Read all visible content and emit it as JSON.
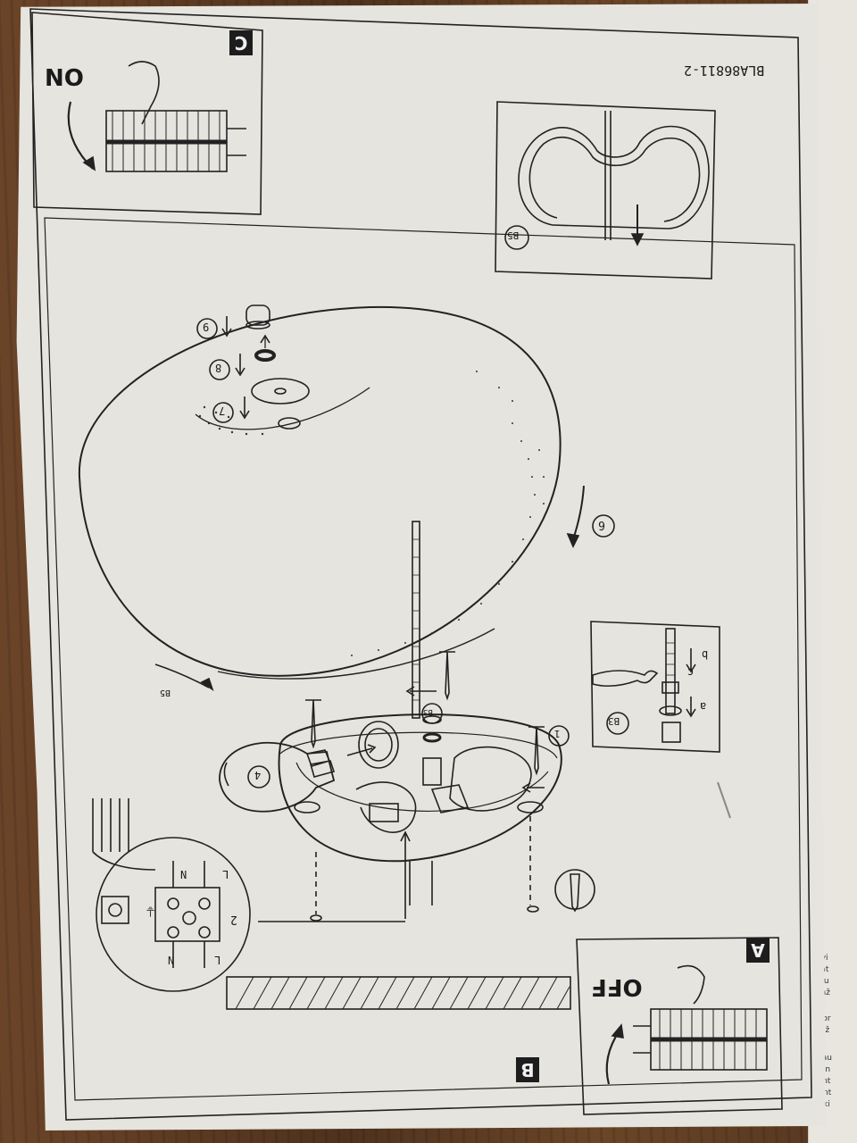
{
  "document": {
    "code": "BLA86811-2",
    "panels": {
      "on_panel": {
        "letter": "C",
        "label": "ON"
      },
      "off_panel": {
        "letter": "A",
        "label": "OFF"
      },
      "main_panel": {
        "letter": "B"
      },
      "detail_b5": {
        "label": "B5"
      },
      "detail_b3": {
        "label": "B3",
        "step_a": "a",
        "step_b": "b",
        "step_c": "c"
      }
    },
    "steps": {
      "s1": "1",
      "s2": "2",
      "s3": "B3",
      "s4": "4",
      "s5": "B5",
      "s6": "6",
      "s7": "7",
      "s8": "8",
      "s9": "9"
    },
    "terminal": {
      "L_top": "L",
      "N_top": "N",
      "L_bottom": "L",
      "N_bottom": "N",
      "earth": "⏚"
    }
  },
  "side_sheet": {
    "lines": [
      "Švi",
      "vat",
      "kru",
      "paž",
      "Išor",
      "Paž",
      "Nau",
      "Len",
      "sint",
      "lant",
      "joki"
    ]
  }
}
